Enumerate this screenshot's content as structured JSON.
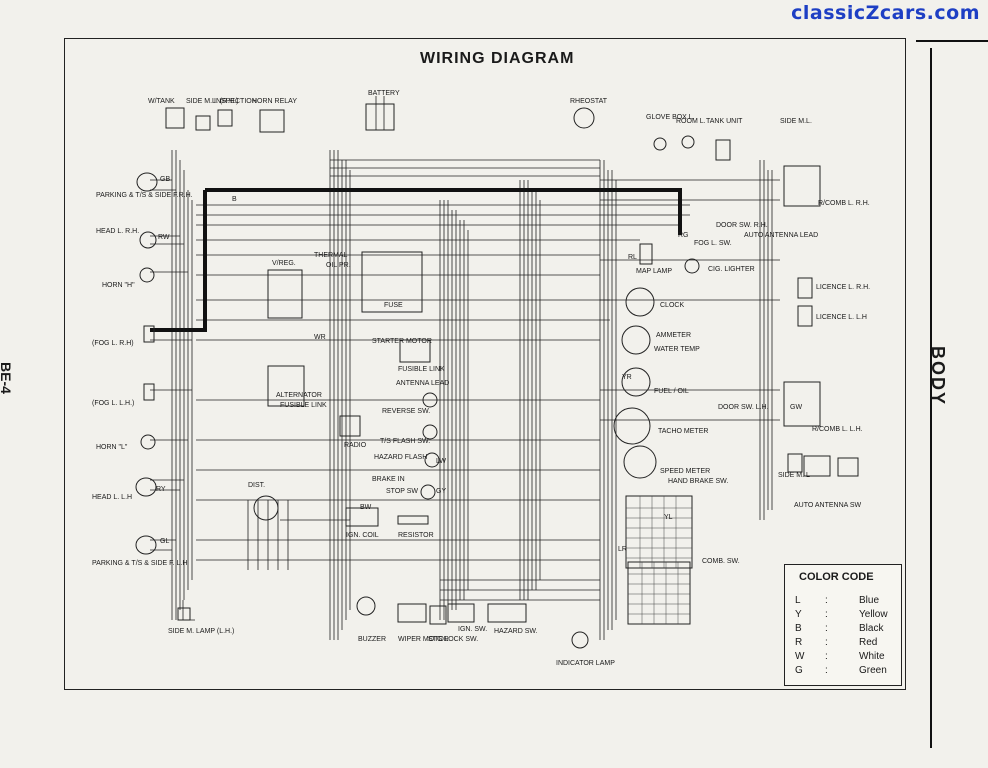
{
  "watermark": "classicZcars.com",
  "page_label": "BE-4",
  "section_tab": "BODY",
  "title": "WIRING DIAGRAM",
  "components_left": [
    {
      "key": "wtank",
      "text": "W/TANK"
    },
    {
      "key": "sideml_rh",
      "text": "SIDE M.L. (R.H.)"
    },
    {
      "key": "inspection",
      "text": "INSPECTION"
    },
    {
      "key": "horn_relay",
      "text": "HORN RELAY"
    },
    {
      "key": "parking_rh",
      "text": "PARKING & T/S & SIDE F.R.H."
    },
    {
      "key": "head_rh",
      "text": "HEAD L. R.H."
    },
    {
      "key": "horn_h",
      "text": "HORN \"H\""
    },
    {
      "key": "fog_rh",
      "text": "(FOG L. R.H)"
    },
    {
      "key": "fog_lh",
      "text": "(FOG L. L.H.)"
    },
    {
      "key": "horn_l",
      "text": "HORN \"L\""
    },
    {
      "key": "head_lh",
      "text": "HEAD L. L.H"
    },
    {
      "key": "parking_lh",
      "text": "PARKING & T/S & SIDE F. L.H"
    },
    {
      "key": "side_m_lamp",
      "text": "SIDE M. LAMP (L.H.)"
    },
    {
      "key": "dist",
      "text": "DIST."
    },
    {
      "key": "ign_coil",
      "text": "IGN. COIL"
    },
    {
      "key": "resistor",
      "text": "RESISTOR"
    },
    {
      "key": "battery",
      "text": "BATTERY"
    },
    {
      "key": "vreg",
      "text": "V/REG."
    },
    {
      "key": "thermal",
      "text": "THERMAL"
    },
    {
      "key": "oilpr",
      "text": "OIL PR."
    },
    {
      "key": "fuse",
      "text": "FUSE"
    },
    {
      "key": "starter",
      "text": "STARTER MOTOR"
    },
    {
      "key": "fusible",
      "text": "FUSIBLE LINK"
    },
    {
      "key": "alternator",
      "text": "ALTERNATOR"
    },
    {
      "key": "fusible2",
      "text": "FUSIBLE LINK"
    },
    {
      "key": "antenna_lead",
      "text": "ANTENNA LEAD"
    },
    {
      "key": "radio",
      "text": "RADIO"
    },
    {
      "key": "reverse_sw",
      "text": "REVERSE SW."
    },
    {
      "key": "ts_flash",
      "text": "T/S FLASH SW."
    },
    {
      "key": "hazard_flash",
      "text": "HAZARD FLASH"
    },
    {
      "key": "brake_in",
      "text": "BRAKE IN"
    },
    {
      "key": "stop_sw",
      "text": "STOP SW"
    },
    {
      "key": "buzzer",
      "text": "BUZZER"
    },
    {
      "key": "wiper",
      "text": "WIPER MOTOR"
    },
    {
      "key": "stg_lock",
      "text": "STG LOCK SW."
    },
    {
      "key": "ign_sw",
      "text": "IGN. SW."
    },
    {
      "key": "hazard_sw",
      "text": "HAZARD SW."
    },
    {
      "key": "indicator",
      "text": "INDICATOR LAMP"
    }
  ],
  "components_right": [
    {
      "key": "rheostat",
      "text": "RHEOSTAT"
    },
    {
      "key": "glove",
      "text": "GLOVE BOX L."
    },
    {
      "key": "room",
      "text": "ROOM L."
    },
    {
      "key": "tank_unit",
      "text": "TANK UNIT"
    },
    {
      "key": "side_ml",
      "text": "SIDE M.L."
    },
    {
      "key": "rcomb_rh",
      "text": "R/COMB L. R.H."
    },
    {
      "key": "door_rh",
      "text": "DOOR SW. R.H."
    },
    {
      "key": "fog_sw",
      "text": "FOG L. SW."
    },
    {
      "key": "auto_ant_lead",
      "text": "AUTO ANTENNA LEAD"
    },
    {
      "key": "map_lamp",
      "text": "MAP LAMP"
    },
    {
      "key": "cig",
      "text": "CIG. LIGHTER"
    },
    {
      "key": "licence_rh",
      "text": "LICENCE L. R.H."
    },
    {
      "key": "licence_lh",
      "text": "LICENCE L. L.H"
    },
    {
      "key": "clock",
      "text": "CLOCK"
    },
    {
      "key": "ammeter",
      "text": "AMMETER"
    },
    {
      "key": "water",
      "text": "WATER TEMP"
    },
    {
      "key": "fuel",
      "text": "FUEL / OIL"
    },
    {
      "key": "door_lh",
      "text": "DOOR SW. L.H."
    },
    {
      "key": "tacho",
      "text": "TACHO METER"
    },
    {
      "key": "rcomb_lh",
      "text": "R/COMB L. L.H."
    },
    {
      "key": "speedo",
      "text": "SPEED METER"
    },
    {
      "key": "hand_brake",
      "text": "HAND BRAKE SW."
    },
    {
      "key": "side_m_l",
      "text": "SIDE M. L"
    },
    {
      "key": "auto_ant_sw",
      "text": "AUTO ANTENNA SW"
    },
    {
      "key": "comb_sw",
      "text": "COMB. SW."
    }
  ],
  "wire_codes": [
    {
      "key": "w1",
      "text": "B"
    },
    {
      "key": "w2",
      "text": "RW"
    },
    {
      "key": "w3",
      "text": "RY"
    },
    {
      "key": "w4",
      "text": "GB"
    },
    {
      "key": "w5",
      "text": "GL"
    },
    {
      "key": "w6",
      "text": "LW"
    },
    {
      "key": "w7",
      "text": "WR"
    },
    {
      "key": "w8",
      "text": "BW"
    },
    {
      "key": "w9",
      "text": "GY"
    },
    {
      "key": "w10",
      "text": "YL"
    },
    {
      "key": "w11",
      "text": "RL"
    },
    {
      "key": "w12",
      "text": "RG"
    },
    {
      "key": "w13",
      "text": "GW"
    },
    {
      "key": "w14",
      "text": "YR"
    },
    {
      "key": "w15",
      "text": "LR"
    }
  ],
  "legend": {
    "title": "COLOR CODE",
    "rows": [
      {
        "code": "L",
        "sep": ":",
        "name": "Blue"
      },
      {
        "code": "Y",
        "sep": ":",
        "name": "Yellow"
      },
      {
        "code": "B",
        "sep": ":",
        "name": "Black"
      },
      {
        "code": "R",
        "sep": ":",
        "name": "Red"
      },
      {
        "code": "W",
        "sep": ":",
        "name": "White"
      },
      {
        "code": "G",
        "sep": ":",
        "name": "Green"
      }
    ]
  }
}
